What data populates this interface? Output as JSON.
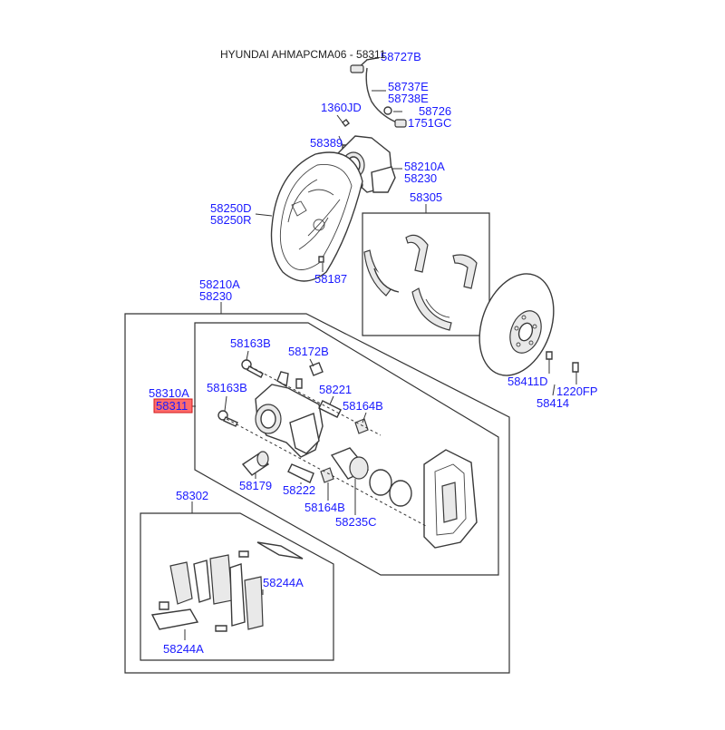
{
  "header": {
    "title": "HYUNDAI AHMAPCMA06 - 58311"
  },
  "colors": {
    "label": "#1a1aff",
    "highlight_fill": "#ff6b6b",
    "highlight_stroke": "#d01818",
    "line": "#333333"
  },
  "labels": {
    "p58727B": "58727B",
    "p58737E": "58737E",
    "p58738E": "58738E",
    "p1360JD": "1360JD",
    "p58726": "58726",
    "p1751GC": "1751GC",
    "p58389": "58389",
    "p58210A_top": "58210A",
    "p58230_top": "58230",
    "p58250D": "58250D",
    "p58250R": "58250R",
    "p58305": "58305",
    "p58187": "58187",
    "p58210A_mid": "58210A",
    "p58230_mid": "58230",
    "p58163B_a": "58163B",
    "p58172B": "58172B",
    "p58310A": "58310A",
    "p58311": "58311",
    "p58163B_b": "58163B",
    "p58221": "58221",
    "p58164B_a": "58164B",
    "p58179": "58179",
    "p58222": "58222",
    "p58164B_b": "58164B",
    "p58235C": "58235C",
    "p58411D": "58411D",
    "p58414": "58414",
    "p1220FP": "1220FP",
    "p58302": "58302",
    "p58244A_a": "58244A",
    "p58244A_b": "58244A"
  }
}
